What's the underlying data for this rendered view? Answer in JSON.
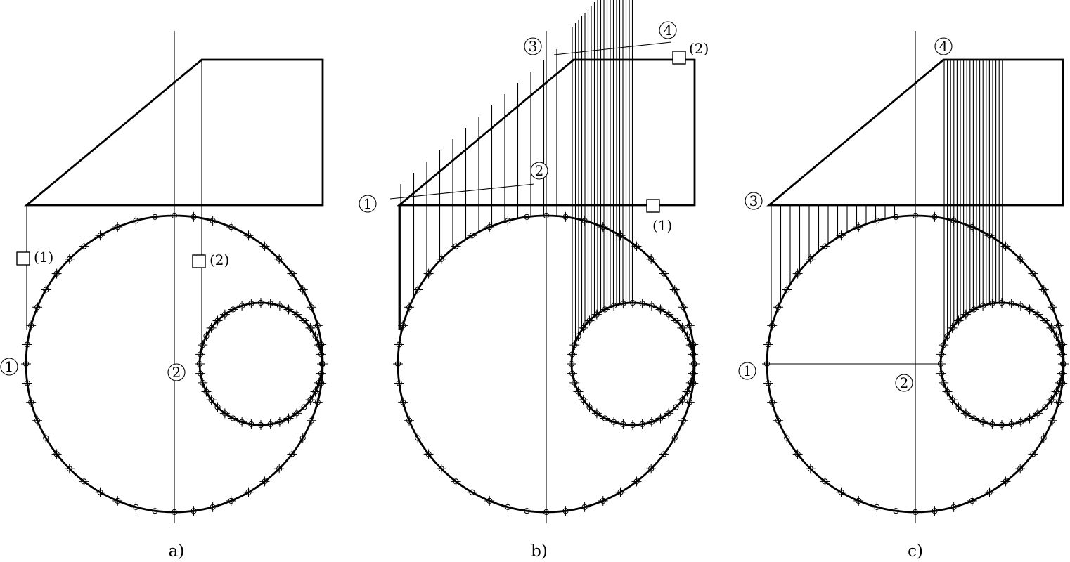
{
  "panels": [
    {
      "caption": "a)",
      "callouts": [
        "1",
        "2"
      ],
      "markers": [
        "(1)",
        "(2)"
      ]
    },
    {
      "caption": "b)",
      "callouts": [
        "1",
        "2",
        "3",
        "4"
      ],
      "markers": [
        "(1)",
        "(2)"
      ]
    },
    {
      "caption": "c)",
      "callouts": [
        "1",
        "2",
        "3",
        "4"
      ],
      "markers": []
    }
  ],
  "colors": {
    "line": "#000000",
    "background": "#ffffff"
  }
}
